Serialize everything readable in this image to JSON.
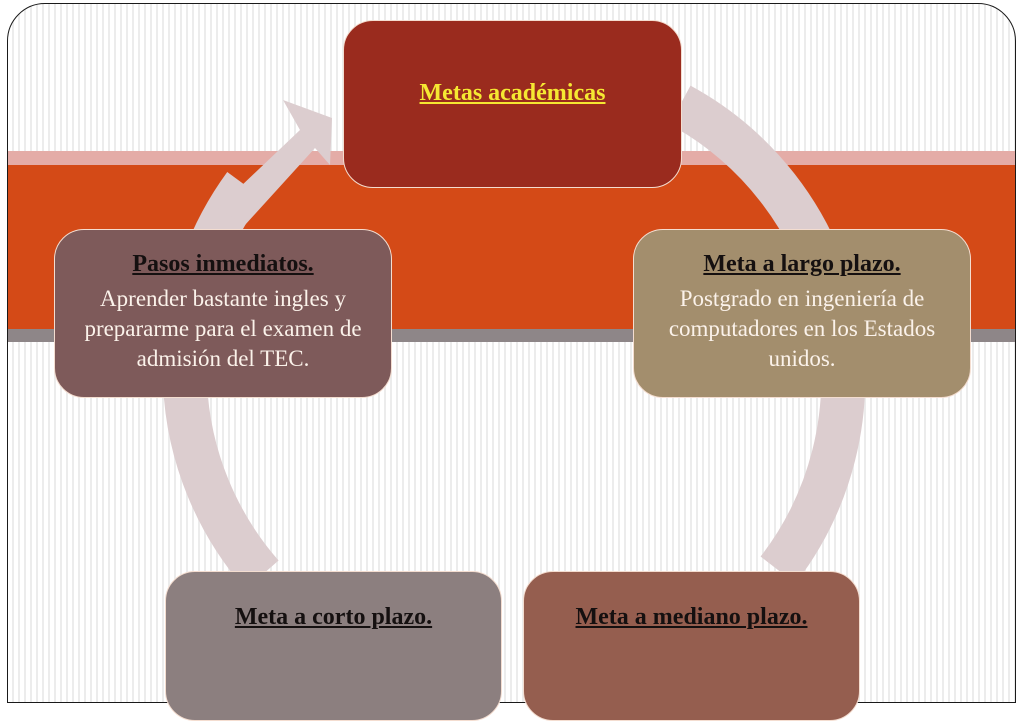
{
  "diagram": {
    "type": "cycle",
    "colors": {
      "band_orange": "#D44A17",
      "stripe_pink": "#E4ACA7",
      "stripe_gray": "#8E8688",
      "cycle_arrow": "#DCCDCF",
      "title_highlight": "#F5E832"
    },
    "center": {
      "title": "Metas académicas",
      "color": "#9A2B1E"
    },
    "nodes": [
      {
        "id": "pasos-inmediatos",
        "title": "Pasos inmediatos.",
        "text": "Aprender bastante ingles y prepararme para el examen de admisión del TEC.",
        "color": "#7E5A5A"
      },
      {
        "id": "meta-largo-plazo",
        "title": "Meta a largo plazo.",
        "text": "Postgrado en ingeniería de computadores en los Estados unidos.",
        "color": "#A38E6D"
      },
      {
        "id": "meta-corto-plazo",
        "title": "Meta a corto plazo.",
        "text": "",
        "color": "#8C7F7F"
      },
      {
        "id": "meta-mediano-plazo",
        "title": "Meta a mediano plazo.",
        "text": "",
        "color": "#955E4F"
      }
    ]
  }
}
